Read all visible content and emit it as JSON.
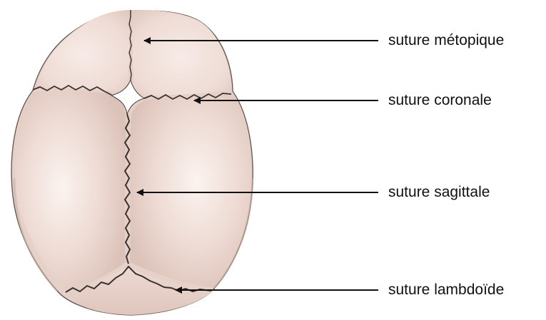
{
  "labels": {
    "metopic": "suture métopique",
    "coronal": "suture coronale",
    "sagittal": "suture sagittale",
    "lambdoid": "suture lambdoïde"
  },
  "colors": {
    "bone": "#eedbd4",
    "bone_shade": "#dcc2b9",
    "bone_highlight": "#faf1ee",
    "suture_line": "#3a3030",
    "fontanelle": "#ffffff",
    "arrow": "#111111",
    "text": "#111111"
  }
}
